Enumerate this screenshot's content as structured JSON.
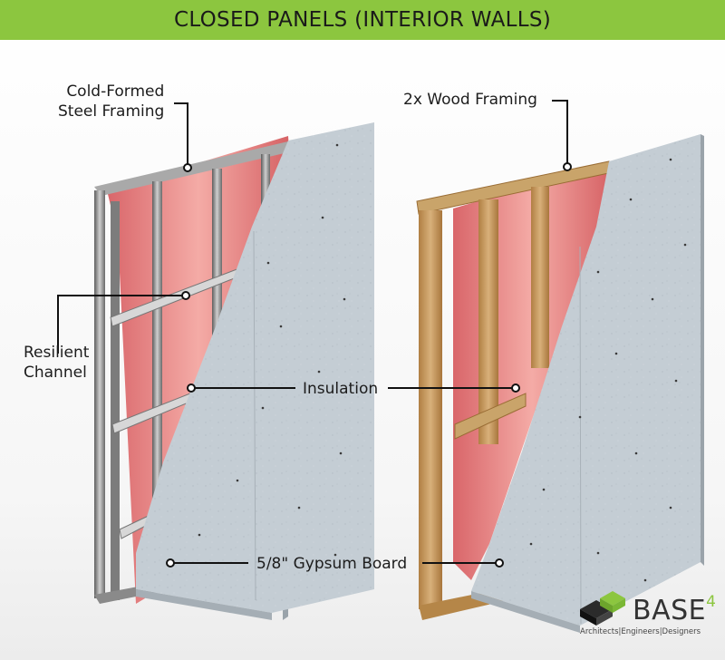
{
  "title": "CLOSED PANELS (INTERIOR WALLS)",
  "labels": {
    "steel_framing_line1": "Cold-Formed",
    "steel_framing_line2": "Steel Framing",
    "wood_framing": "2x Wood Framing",
    "resilient_line1": "Resilient",
    "resilient_line2": "Channel",
    "insulation": "Insulation",
    "gypsum": "5/8\" Gypsum Board"
  },
  "logo": {
    "name": "BASE",
    "superscript": "4",
    "tagline": "Architects|Engineers|Designers"
  },
  "colors": {
    "banner": "#8cc63f",
    "gypsum": "#c3ccd3",
    "insulation": "#e98a86",
    "wood": "#c59a5c",
    "steel": "#8e8e8e"
  }
}
